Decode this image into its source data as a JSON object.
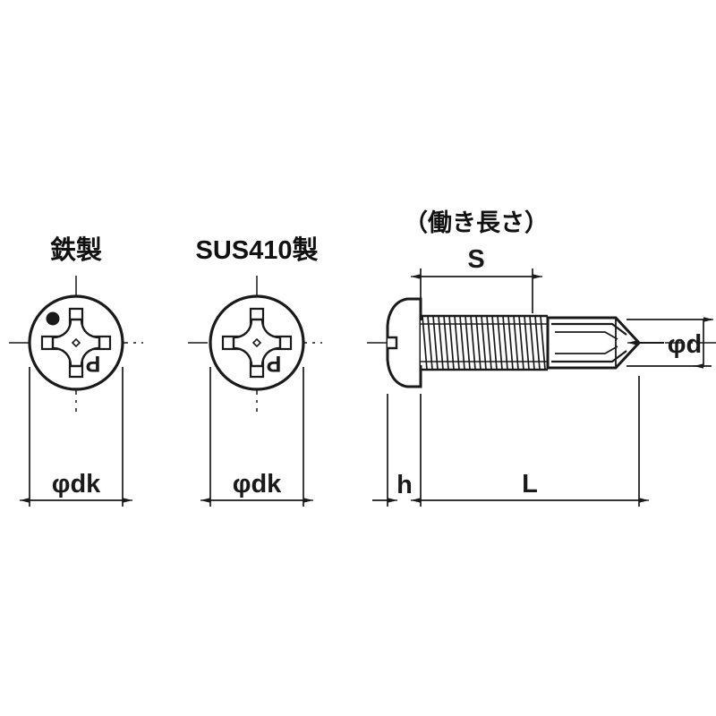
{
  "drawing": {
    "type": "technical-drawing",
    "subject": "self-drilling pan head cross-recessed screw",
    "background_color": "#ffffff",
    "line_color": "#1a1a1a",
    "views": [
      {
        "id": "head-view-steel",
        "label": "鉄製",
        "material_mark": "dot",
        "recess_mark": "P",
        "dimension_label": "φdk"
      },
      {
        "id": "head-view-sus410",
        "label": "SUS410製",
        "material_mark": "none",
        "recess_mark": "P",
        "dimension_label": "φdk"
      },
      {
        "id": "side-view",
        "label": "",
        "dimension_labels": [
          "S",
          "h",
          "L",
          "φd"
        ],
        "note_label": "（働き長さ）"
      }
    ],
    "labels": {
      "steel_title": "鉄製",
      "sus_title": "SUS410製",
      "working_length_note": "（働き長さ）",
      "dim_s": "S",
      "dim_h": "h",
      "dim_l": "L",
      "dim_phi_d": "φd",
      "dim_phi_dk_left": "φdk",
      "dim_phi_dk_right": "φdk",
      "recess_mark_steel": "P",
      "recess_mark_sus": "P"
    }
  }
}
